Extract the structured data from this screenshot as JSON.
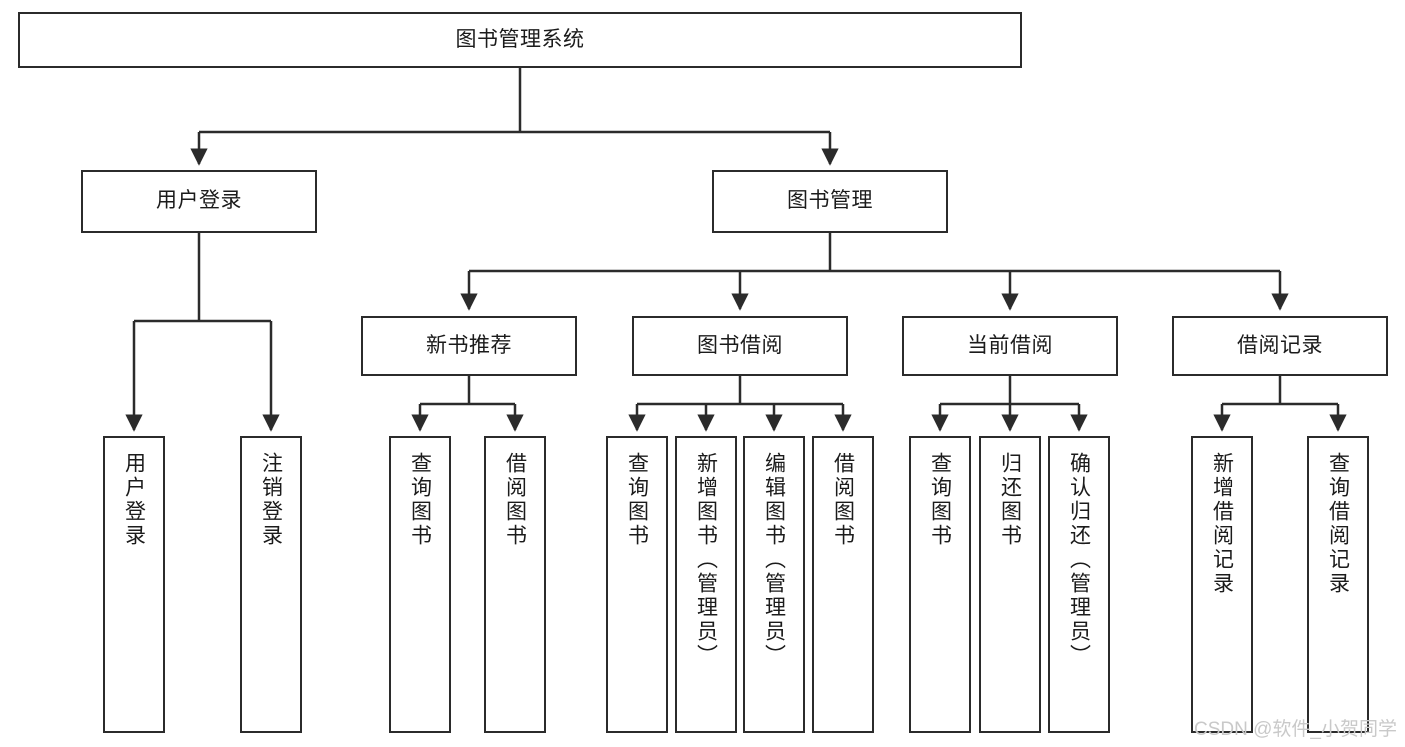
{
  "diagram": {
    "type": "tree-hierarchy-diagram",
    "title": "图书管理系统",
    "root": {
      "id": "root",
      "label": "图书管理系统",
      "orientation": "horizontal"
    },
    "level1": [
      {
        "id": "user-login",
        "label": "用户登录",
        "orientation": "horizontal"
      },
      {
        "id": "book-manage",
        "label": "图书管理",
        "orientation": "horizontal"
      }
    ],
    "level2": [
      {
        "id": "new-book-recommend",
        "label": "新书推荐",
        "orientation": "horizontal",
        "parent": "book-manage"
      },
      {
        "id": "book-borrow",
        "label": "图书借阅",
        "orientation": "horizontal",
        "parent": "book-manage"
      },
      {
        "id": "current-borrow",
        "label": "当前借阅",
        "orientation": "horizontal",
        "parent": "book-manage"
      },
      {
        "id": "borrow-record",
        "label": "借阅记录",
        "orientation": "horizontal",
        "parent": "book-manage"
      }
    ],
    "leaves": [
      {
        "id": "leaf-user-login",
        "label": "用户登录",
        "parent": "user-login",
        "orientation": "vertical"
      },
      {
        "id": "leaf-logout",
        "label": "注销登录",
        "parent": "user-login",
        "orientation": "vertical"
      },
      {
        "id": "leaf-query-book-1",
        "label": "查询图书",
        "parent": "new-book-recommend",
        "orientation": "vertical"
      },
      {
        "id": "leaf-borrow-book-1",
        "label": "借阅图书",
        "parent": "new-book-recommend",
        "orientation": "vertical"
      },
      {
        "id": "leaf-query-book-2",
        "label": "查询图书",
        "parent": "book-borrow",
        "orientation": "vertical"
      },
      {
        "id": "leaf-add-book",
        "label": "新增图书（管理员）",
        "parent": "book-borrow",
        "orientation": "vertical"
      },
      {
        "id": "leaf-edit-book",
        "label": "编辑图书（管理员）",
        "parent": "book-borrow",
        "orientation": "vertical"
      },
      {
        "id": "leaf-borrow-book-2",
        "label": "借阅图书",
        "parent": "book-borrow",
        "orientation": "vertical"
      },
      {
        "id": "leaf-query-book-3",
        "label": "查询图书",
        "parent": "current-borrow",
        "orientation": "vertical"
      },
      {
        "id": "leaf-return-book",
        "label": "归还图书",
        "parent": "current-borrow",
        "orientation": "vertical"
      },
      {
        "id": "leaf-confirm-return",
        "label": "确认归还（管理员）",
        "parent": "current-borrow",
        "orientation": "vertical"
      },
      {
        "id": "leaf-add-record",
        "label": "新增借阅记录",
        "parent": "borrow-record",
        "orientation": "vertical"
      },
      {
        "id": "leaf-query-record",
        "label": "查询借阅记录",
        "parent": "borrow-record",
        "orientation": "vertical"
      }
    ],
    "colors": {
      "stroke": "#2b2b2b",
      "box_fill": "#ffffff",
      "text": "#1b1b1b",
      "background": "#ffffff",
      "watermark": "#c9c9c9"
    }
  },
  "watermark": {
    "text": "CSDN @软件_小贺同学"
  }
}
